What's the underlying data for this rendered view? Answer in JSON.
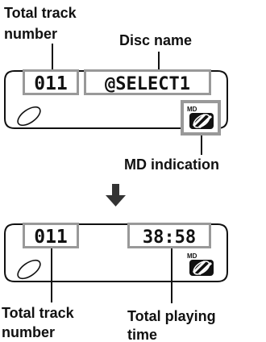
{
  "panel_top": {
    "total_track_label": [
      "Total track",
      "number"
    ],
    "disc_name_label": "Disc name",
    "md_indication_label": "MD indication",
    "track_readout": "011",
    "disc_name_readout": "@SELECT1",
    "md_badge_text": "MD"
  },
  "panel_bottom": {
    "track_readout": "011",
    "time_readout": "38:58",
    "md_badge_text": "MD",
    "total_track_label": [
      "Total track",
      "number"
    ],
    "total_time_label": [
      "Total playing",
      "time"
    ]
  },
  "icons": [
    "disc-icon",
    "md-logo-icon",
    "down-arrow-icon"
  ],
  "colors": {
    "highlight": "#999999",
    "text": "#111111",
    "display_bg": "#ffffff"
  }
}
